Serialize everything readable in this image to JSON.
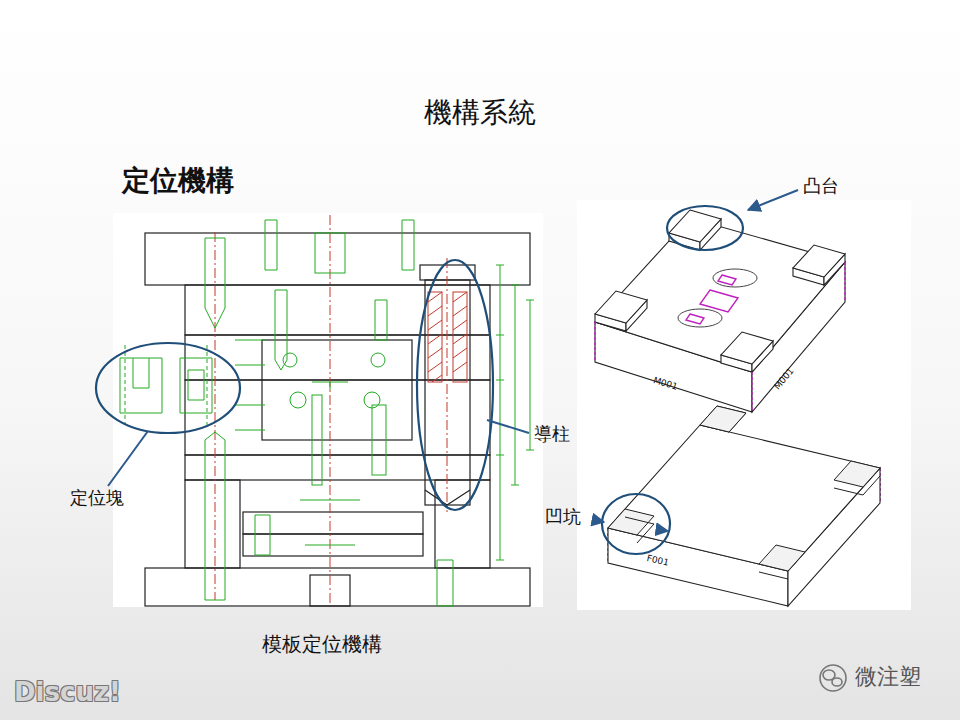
{
  "diagram": {
    "title": "機構系統",
    "caption": "模板定位機構",
    "labels": [
      "定位機構",
      "凸台",
      "導柱",
      "定位塊",
      "凹坑",
      "M001",
      "M001",
      "F001",
      "微注塑",
      "Discuz!"
    ]
  }
}
